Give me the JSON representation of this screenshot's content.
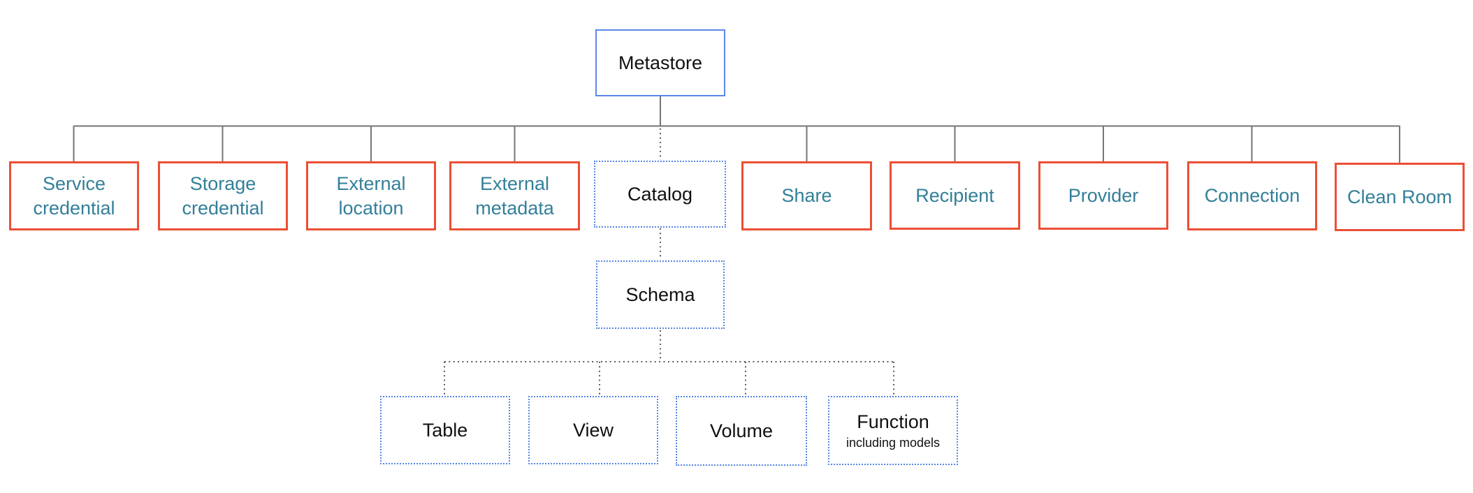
{
  "colors": {
    "node-blue-border": "#5b87ea",
    "node-blue-dotted": "#5585e6",
    "node-red-border": "#ec4f35",
    "teal-text": "#337f99",
    "dark-text": "#111111",
    "line-solid": "#757575",
    "line-dotted": "#4d4d4d",
    "background": "#ffffff"
  },
  "nodes": {
    "metastore": {
      "label": "Metastore"
    },
    "service_credential": {
      "label": "Service credential"
    },
    "storage_credential": {
      "label": "Storage credential"
    },
    "external_location": {
      "label": "External location"
    },
    "external_metadata": {
      "label": "External metadata"
    },
    "catalog": {
      "label": "Catalog"
    },
    "share": {
      "label": "Share"
    },
    "recipient": {
      "label": "Recipient"
    },
    "provider": {
      "label": "Provider"
    },
    "connection": {
      "label": "Connection"
    },
    "clean_room": {
      "label": "Clean Room"
    },
    "schema": {
      "label": "Schema"
    },
    "table": {
      "label": "Table"
    },
    "view": {
      "label": "View"
    },
    "volume": {
      "label": "Volume"
    },
    "function": {
      "label": "Function",
      "sublabel": "including models"
    }
  }
}
